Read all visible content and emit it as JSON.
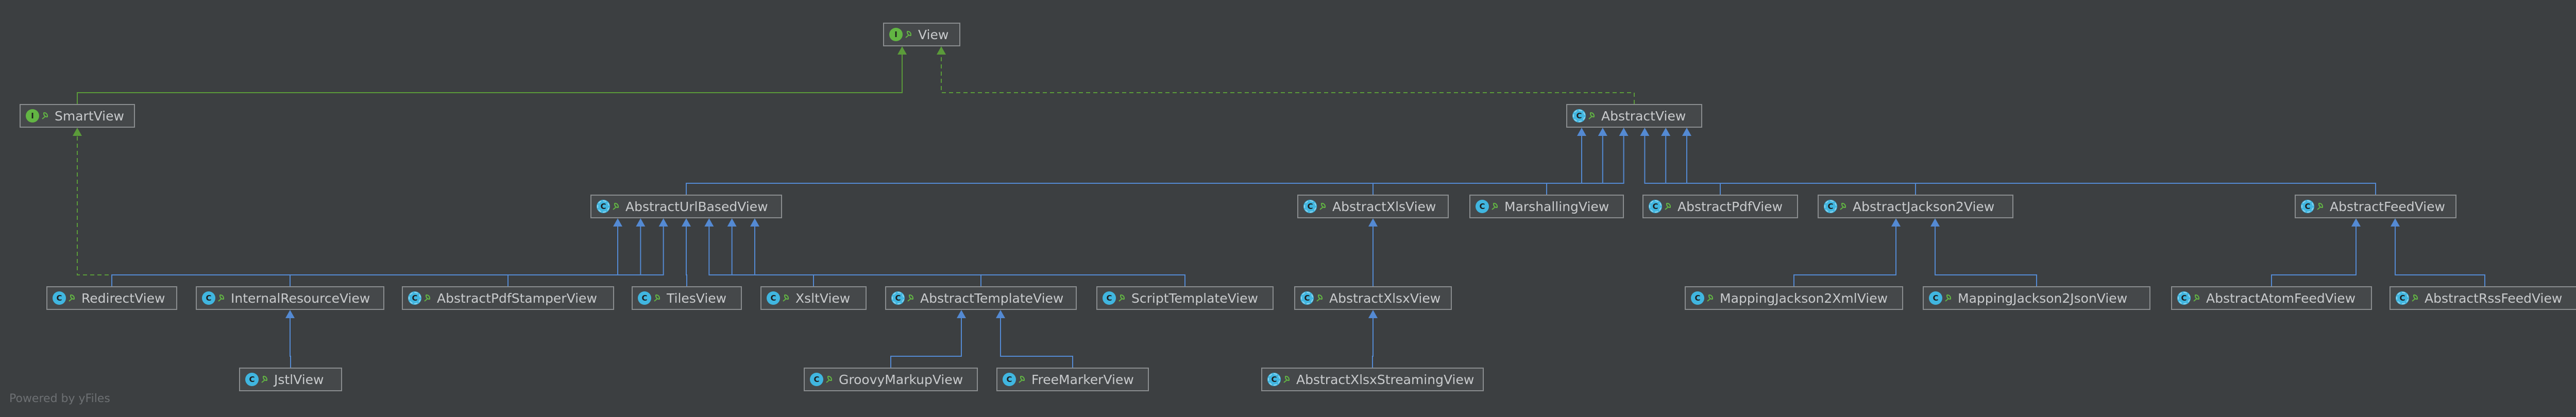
{
  "colors": {
    "background": "#3c3f41",
    "extends_edge": "#548ad3",
    "implements_edge": "#5b9b3a",
    "node_border": "#8a8d8f",
    "node_text": "#c8cacc"
  },
  "footer": "Powered by yFiles",
  "nodes": [
    {
      "id": "View",
      "label": "View",
      "kind": "interface"
    },
    {
      "id": "SmartView",
      "label": "SmartView",
      "kind": "interface"
    },
    {
      "id": "AbstractView",
      "label": "AbstractView",
      "kind": "abstract"
    },
    {
      "id": "AbstractUrlBasedView",
      "label": "AbstractUrlBasedView",
      "kind": "abstract"
    },
    {
      "id": "AbstractXlsView",
      "label": "AbstractXlsView",
      "kind": "abstract"
    },
    {
      "id": "MarshallingView",
      "label": "MarshallingView",
      "kind": "class"
    },
    {
      "id": "AbstractPdfView",
      "label": "AbstractPdfView",
      "kind": "abstract"
    },
    {
      "id": "AbstractJackson2View",
      "label": "AbstractJackson2View",
      "kind": "abstract"
    },
    {
      "id": "AbstractFeedView",
      "label": "AbstractFeedView",
      "kind": "abstract"
    },
    {
      "id": "RedirectView",
      "label": "RedirectView",
      "kind": "class"
    },
    {
      "id": "InternalResourceView",
      "label": "InternalResourceView",
      "kind": "class"
    },
    {
      "id": "AbstractPdfStamperView",
      "label": "AbstractPdfStamperView",
      "kind": "abstract"
    },
    {
      "id": "TilesView",
      "label": "TilesView",
      "kind": "class"
    },
    {
      "id": "XsltView",
      "label": "XsltView",
      "kind": "class"
    },
    {
      "id": "AbstractTemplateView",
      "label": "AbstractTemplateView",
      "kind": "abstract"
    },
    {
      "id": "ScriptTemplateView",
      "label": "ScriptTemplateView",
      "kind": "class"
    },
    {
      "id": "AbstractXlsxView",
      "label": "AbstractXlsxView",
      "kind": "abstract"
    },
    {
      "id": "MappingJackson2XmlView",
      "label": "MappingJackson2XmlView",
      "kind": "class"
    },
    {
      "id": "MappingJackson2JsonView",
      "label": "MappingJackson2JsonView",
      "kind": "class"
    },
    {
      "id": "AbstractAtomFeedView",
      "label": "AbstractAtomFeedView",
      "kind": "abstract"
    },
    {
      "id": "AbstractRssFeedView",
      "label": "AbstractRssFeedView",
      "kind": "abstract"
    },
    {
      "id": "JstlView",
      "label": "JstlView",
      "kind": "class"
    },
    {
      "id": "GroovyMarkupView",
      "label": "GroovyMarkupView",
      "kind": "class"
    },
    {
      "id": "FreeMarkerView",
      "label": "FreeMarkerView",
      "kind": "class"
    },
    {
      "id": "AbstractXlsxStreamingView",
      "label": "AbstractXlsxStreamingView",
      "kind": "abstract"
    }
  ],
  "edges": [
    {
      "from": "SmartView",
      "to": "View",
      "type": "extends-interface"
    },
    {
      "from": "AbstractView",
      "to": "View",
      "type": "implements"
    },
    {
      "from": "RedirectView",
      "to": "SmartView",
      "type": "implements"
    },
    {
      "from": "AbstractUrlBasedView",
      "to": "AbstractView",
      "type": "extends"
    },
    {
      "from": "AbstractXlsView",
      "to": "AbstractView",
      "type": "extends"
    },
    {
      "from": "MarshallingView",
      "to": "AbstractView",
      "type": "extends"
    },
    {
      "from": "AbstractPdfView",
      "to": "AbstractView",
      "type": "extends"
    },
    {
      "from": "AbstractJackson2View",
      "to": "AbstractView",
      "type": "extends"
    },
    {
      "from": "AbstractFeedView",
      "to": "AbstractView",
      "type": "extends"
    },
    {
      "from": "RedirectView",
      "to": "AbstractUrlBasedView",
      "type": "extends"
    },
    {
      "from": "InternalResourceView",
      "to": "AbstractUrlBasedView",
      "type": "extends"
    },
    {
      "from": "AbstractPdfStamperView",
      "to": "AbstractUrlBasedView",
      "type": "extends"
    },
    {
      "from": "TilesView",
      "to": "AbstractUrlBasedView",
      "type": "extends"
    },
    {
      "from": "XsltView",
      "to": "AbstractUrlBasedView",
      "type": "extends"
    },
    {
      "from": "AbstractTemplateView",
      "to": "AbstractUrlBasedView",
      "type": "extends"
    },
    {
      "from": "ScriptTemplateView",
      "to": "AbstractUrlBasedView",
      "type": "extends"
    },
    {
      "from": "AbstractXlsxView",
      "to": "AbstractXlsView",
      "type": "extends"
    },
    {
      "from": "MappingJackson2XmlView",
      "to": "AbstractJackson2View",
      "type": "extends"
    },
    {
      "from": "MappingJackson2JsonView",
      "to": "AbstractJackson2View",
      "type": "extends"
    },
    {
      "from": "AbstractAtomFeedView",
      "to": "AbstractFeedView",
      "type": "extends"
    },
    {
      "from": "AbstractRssFeedView",
      "to": "AbstractFeedView",
      "type": "extends"
    },
    {
      "from": "JstlView",
      "to": "InternalResourceView",
      "type": "extends"
    },
    {
      "from": "GroovyMarkupView",
      "to": "AbstractTemplateView",
      "type": "extends"
    },
    {
      "from": "FreeMarkerView",
      "to": "AbstractTemplateView",
      "type": "extends"
    },
    {
      "from": "AbstractXlsxStreamingView",
      "to": "AbstractXlsxView",
      "type": "extends"
    }
  ]
}
